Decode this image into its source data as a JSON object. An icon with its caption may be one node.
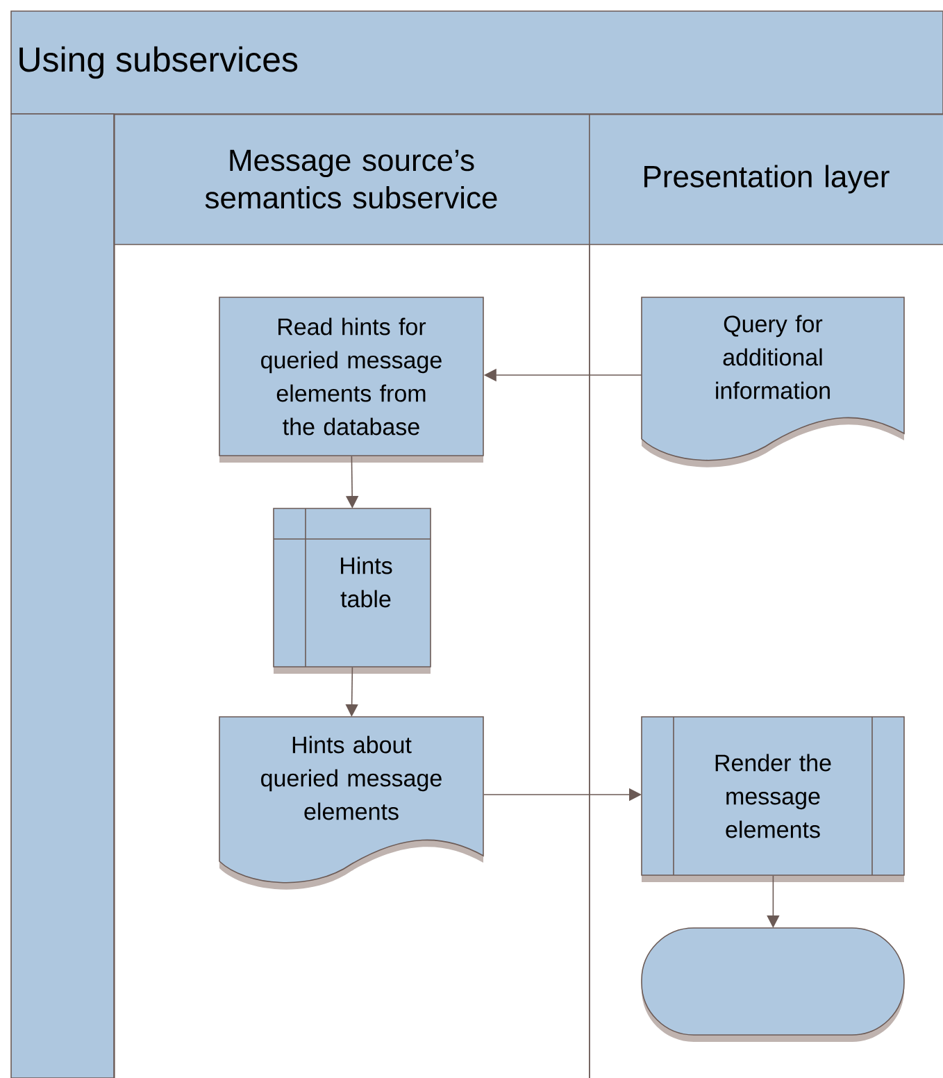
{
  "diagram": {
    "title": "Using subservices",
    "nodes": [
      {
        "text": [
          "Message source’s semantics subservice"
        ]
      },
      {
        "text": [
          "Presentation layer"
        ]
      },
      {
        "text": [
          "Read hints for queried message elements from the database"
        ],
        "in": 0
      },
      {
        "text": [
          "Query for additional information"
        ],
        "in": 1
      },
      {
        "text": [
          "Hints table"
        ],
        "in": 0
      },
      {
        "text": [
          "Hints about queried message elements"
        ],
        "in": 0
      },
      {
        "text": [
          "Render the message elements"
        ],
        "in": 1
      },
      {
        "text": [],
        "shape": "stadium",
        "in": 1
      }
    ],
    "edges": [
      {
        "from": 3,
        "to": 2,
        "arrow": "to"
      },
      {
        "from": 2,
        "to": 4,
        "arrow": "to"
      },
      {
        "from": 4,
        "to": 5,
        "arrow": "to"
      },
      {
        "from": 5,
        "to": 6,
        "arrow": "to"
      },
      {
        "from": 6,
        "to": 7,
        "arrow": "to"
      }
    ]
  }
}
